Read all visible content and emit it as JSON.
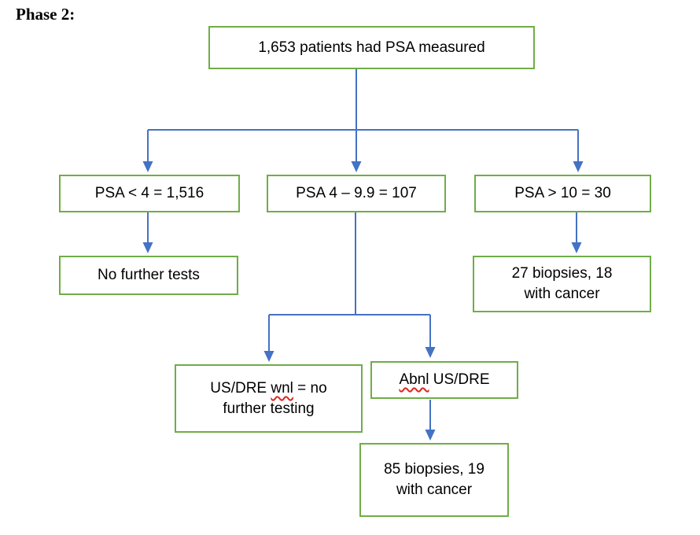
{
  "page": {
    "title": "Phase 2:"
  },
  "colors": {
    "box-border": "#70AD47",
    "arrow": "#4472C4",
    "text": "#000000",
    "spellcheck": "#E1251B",
    "background": "#FFFFFF"
  },
  "diagram": {
    "type": "flowchart",
    "nodes": {
      "root": {
        "label": "1,653 patients had PSA measured"
      },
      "psa_low": {
        "label": "PSA < 4 = 1,516"
      },
      "psa_mid": {
        "label": "PSA 4 – 9.9 = 107"
      },
      "psa_high": {
        "label": "PSA > 10 = 30"
      },
      "no_further": {
        "label": "No further tests"
      },
      "high_biopsy": {
        "line1": "27 biopsies, 18",
        "line2": "with cancer"
      },
      "wnl": {
        "line1_pre": "US/DRE ",
        "line1_word": "wnl",
        "line1_post": " = no",
        "line2": "further testing"
      },
      "abnl": {
        "word": "Abnl",
        "post": " US/DRE"
      },
      "low_biopsy": {
        "line1": "85 biopsies, 19",
        "line2": "with cancer"
      }
    },
    "edges": [
      "root -> psa_low",
      "root -> psa_mid",
      "root -> psa_high",
      "psa_low -> no_further",
      "psa_high -> high_biopsy",
      "psa_mid -> wnl (US/DRE wnl)",
      "psa_mid -> abnl (Abnl US/DRE)",
      "abnl -> low_biopsy"
    ]
  }
}
